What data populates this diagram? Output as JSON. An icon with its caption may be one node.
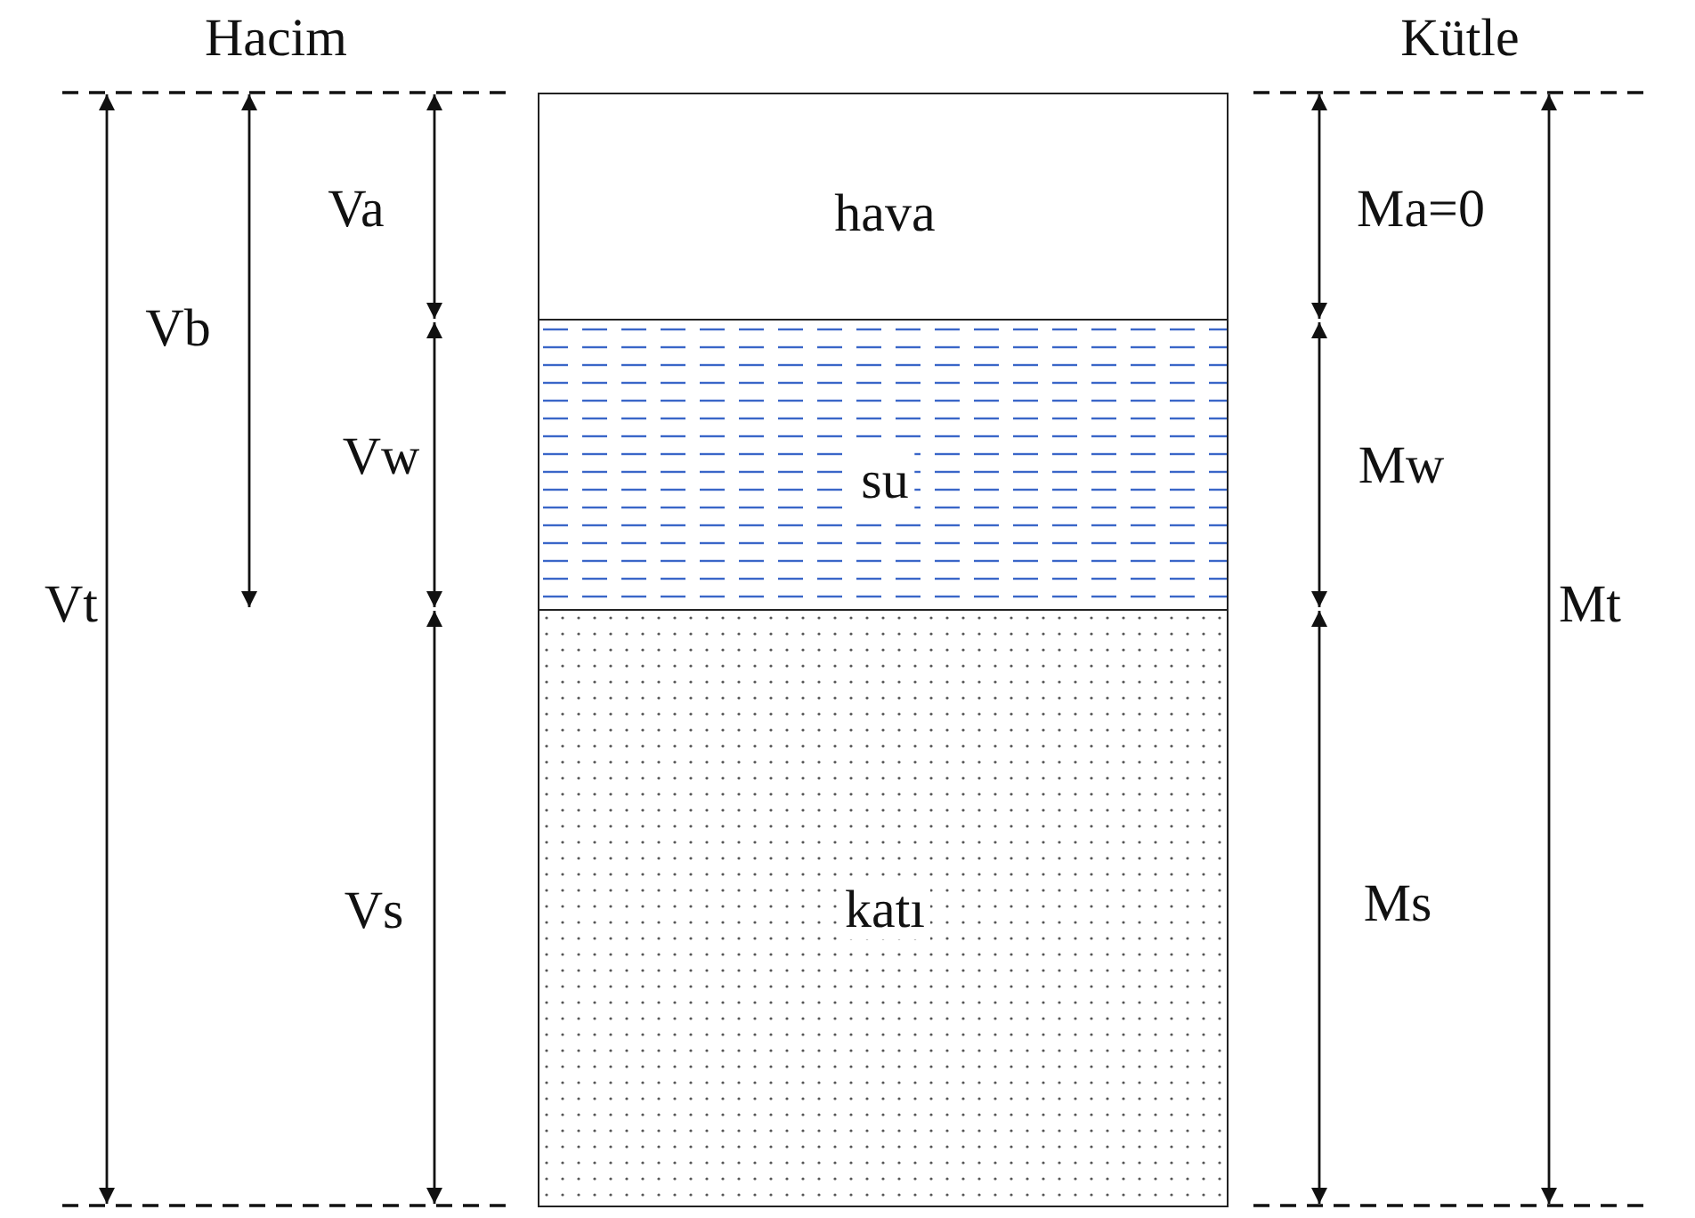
{
  "diagram": {
    "nodes": [
      {
        "text": [
          "hava"
        ]
      },
      {
        "text": [
          "su"
        ]
      },
      {
        "text": [
          "katı"
        ]
      }
    ],
    "labels": [
      "Hacim",
      "Kütle",
      "Va",
      "Ma=0",
      "Vb",
      "Vw",
      "Mw",
      "Vt",
      "Mt",
      "Vs",
      "Ms"
    ]
  }
}
